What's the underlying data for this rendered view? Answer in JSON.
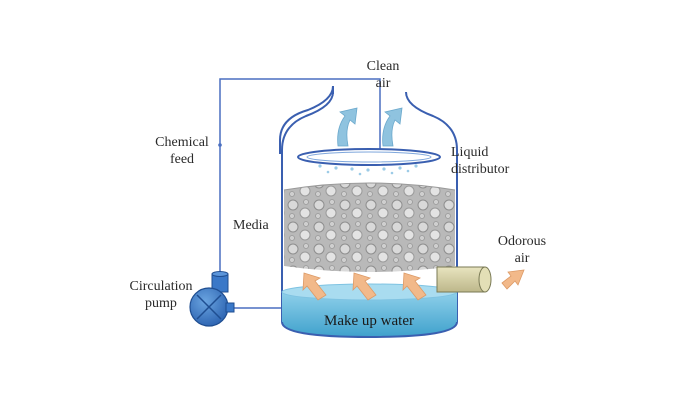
{
  "labels": {
    "clean_air_1": "Clean",
    "clean_air_2": "air",
    "chemical_feed_1": "Chemical",
    "chemical_feed_2": "feed",
    "liquid_distributor_1": "Liquid",
    "liquid_distributor_2": "distributor",
    "media": "Media",
    "odorous_air_1": "Odorous",
    "odorous_air_2": "air",
    "circulation_pump_1": "Circulation",
    "circulation_pump_2": "pump",
    "make_up_water": "Make up water"
  },
  "colors": {
    "outline": "#3a5fb0",
    "pipe": "#4a6fc0",
    "water": "#55b4d8",
    "water_surface": "#a9dcf0",
    "pump": "#3a78c8",
    "air_arrow_clean": "#8fc3df",
    "air_arrow_odorous": "#f2b98a",
    "inlet_pipe": "#d8d3a6",
    "media": "#bdbdbd"
  },
  "icons": {
    "pump": "centrifugal-pump-icon",
    "distributor": "spray-nozzle-icon",
    "inlet": "air-inlet-pipe-icon"
  }
}
